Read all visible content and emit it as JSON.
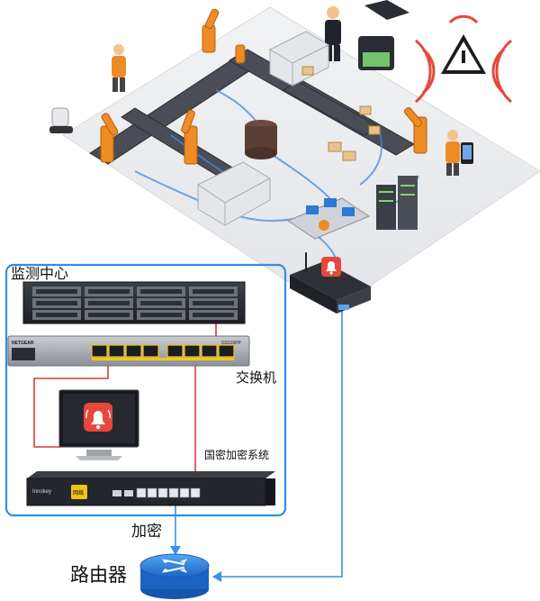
{
  "labels": {
    "monitoring_center": "监测中心",
    "switch": "交换机",
    "encryption_system": "国密加密系统",
    "encrypt": "加密",
    "router": "路由器"
  },
  "devices": {
    "switch_brand": "NETGEAR",
    "switch_model": "GS116PP",
    "encryptor_brand": "Innokey",
    "encryptor_badge": "网络"
  },
  "colors": {
    "link_blue": "#3a8ee6",
    "link_red": "#d63b3b",
    "alarm_red": "#e8473b",
    "frame_blue": "#2f8fe0"
  }
}
